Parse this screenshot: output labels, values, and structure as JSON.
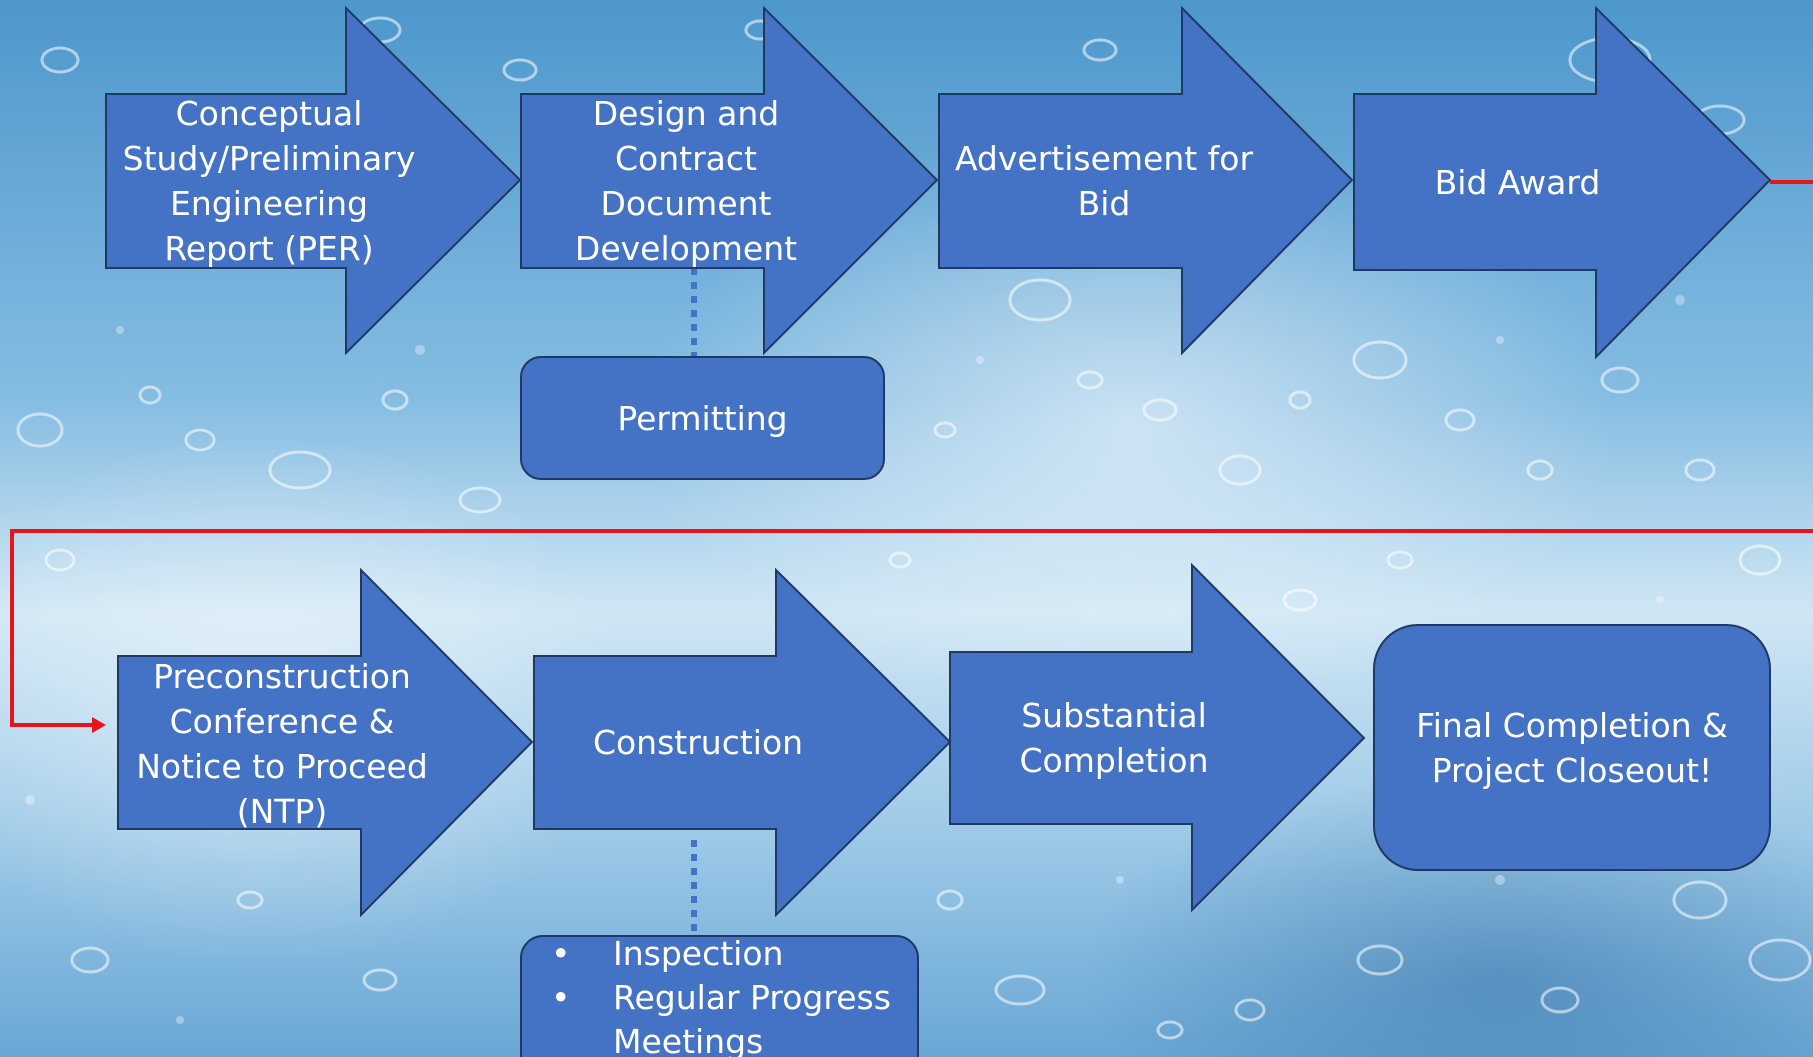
{
  "row1": {
    "step1": "Conceptual\nStudy/Preliminary\nEngineering\nReport (PER)",
    "step2": "Design and\nContract\nDocument\nDevelopment",
    "step3": "Advertisement for\nBid",
    "step4": "Bid Award",
    "sub_step2": "Permitting"
  },
  "row2": {
    "step5": "Preconstruction\nConference &\nNotice to Proceed\n(NTP)",
    "step6": "Construction",
    "step7": "Substantial\nCompletion",
    "step8": "Final Completion &\nProject Closeout!",
    "sub_step6_items": [
      "Inspection",
      "Regular Progress\nMeetings"
    ]
  },
  "colors": {
    "shape_fill": "#4472c4",
    "shape_outline": "#1f3864",
    "flow_line": "#e8141b",
    "text": "#ffffff"
  }
}
